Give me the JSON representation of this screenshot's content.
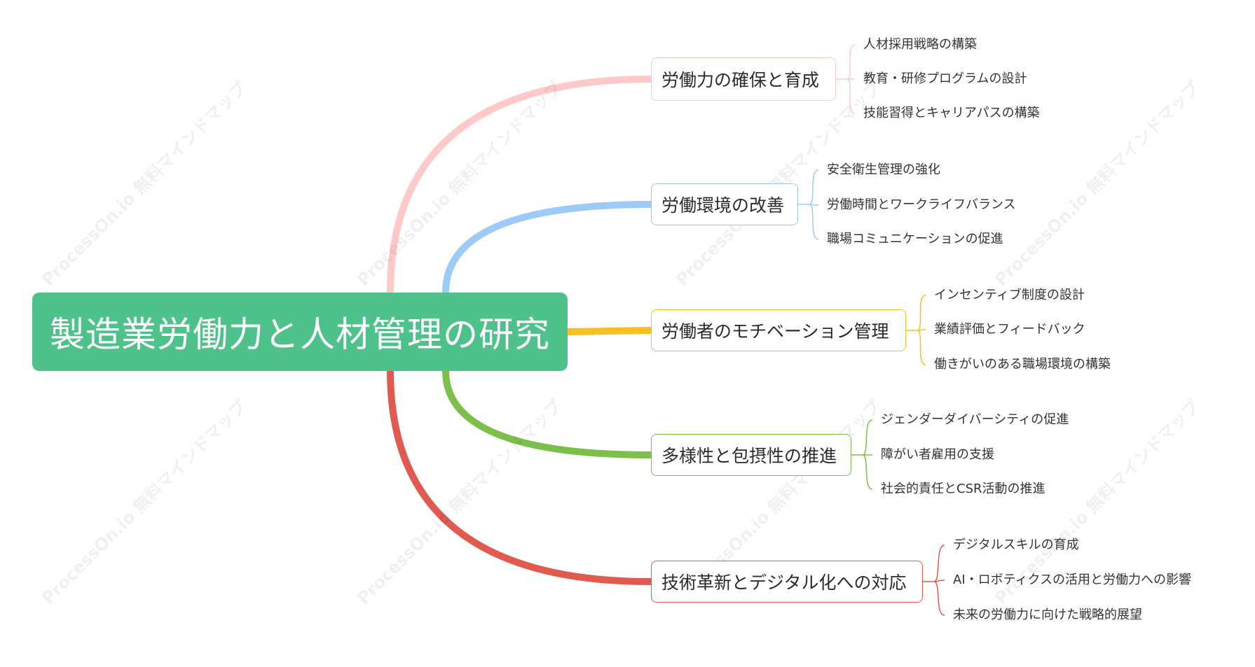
{
  "watermark": "ProcessOn.io 無料マインドマップ",
  "central": {
    "label": "製造業労働力と人材管理の研究",
    "color": "#4fc28c"
  },
  "branches": [
    {
      "label": "労働力の確保と育成",
      "color": "#ffc9c9",
      "children": [
        "人材採用戦略の構築",
        "教育・研修プログラムの設計",
        "技能習得とキャリアパスの構築"
      ]
    },
    {
      "label": "労働環境の改善",
      "color": "#9ccbf7",
      "children": [
        "安全衛生管理の強化",
        "労働時間とワークライフバランス",
        "職場コミュニケーションの促進"
      ]
    },
    {
      "label": "労働者のモチベーション管理",
      "color": "#fbbf24",
      "children": [
        "インセンティブ制度の設計",
        "業績評価とフィードバック",
        "働きがいのある職場環境の構築"
      ]
    },
    {
      "label": "多様性と包摂性の推進",
      "color": "#7cbf4a",
      "children": [
        "ジェンダーダイバーシティの促進",
        "障がい者雇用の支援",
        "社会的責任とCSR活動の推進"
      ]
    },
    {
      "label": "技術革新とデジタル化への対応",
      "color": "#e05a4f",
      "children": [
        "デジタルスキルの育成",
        "AI・ロボティクスの活用と労働力への影響",
        "未来の労働力に向けた戦略的展望"
      ]
    }
  ]
}
